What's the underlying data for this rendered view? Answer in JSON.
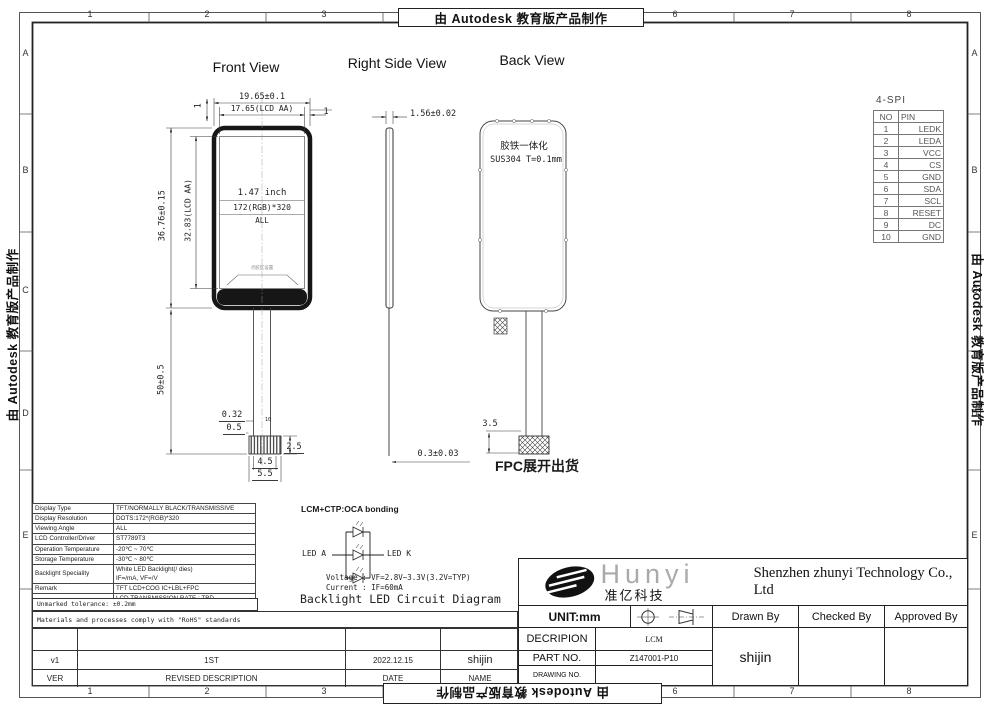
{
  "frame": {
    "watermark": "由 Autodesk 教育版产品制作",
    "col_labels": [
      "1",
      "2",
      "3",
      "4",
      "5",
      "6",
      "7",
      "8"
    ],
    "row_labels": [
      "A",
      "B",
      "C",
      "D",
      "E"
    ]
  },
  "views": {
    "front": {
      "title": "Front View",
      "dim_width_outer": "19.65±0.1",
      "dim_width_aa": "17.65(LCD AA)",
      "dim_margin_left": "1",
      "dim_margin_right": "1",
      "dim_height_outer": "36.76±0.15",
      "dim_height_aa": "32.83(LCD AA)",
      "dim_total_height": "50±0.5",
      "screen_line1": "1.47 inch",
      "screen_line2": "172(RGB)*320",
      "screen_line3": "ALL",
      "glue_note": "点胶区设置",
      "dim_fpc_offset": "0.32",
      "dim_fpc_offset2": "0.5",
      "dim_pins": "10",
      "dim_conn_w1": "4.5",
      "dim_conn_w2": "5.5",
      "dim_conn_h": "2.5"
    },
    "side": {
      "title": "Right Side View",
      "dim_thickness": "1.56±0.02",
      "dim_fpc": "0.3±0.03"
    },
    "back": {
      "title": "Back View",
      "note1": "胶铁一体化",
      "note2": "SUS304 T=0.1mm",
      "dim_fpc": "3.5",
      "fpc_label": "FPC展开出货"
    }
  },
  "pin_table": {
    "title": "4-SPI",
    "headers": [
      "NO",
      "PIN"
    ],
    "rows": [
      [
        "1",
        "LEDK"
      ],
      [
        "2",
        "LEDA"
      ],
      [
        "3",
        "VCC"
      ],
      [
        "4",
        "CS"
      ],
      [
        "5",
        "GND"
      ],
      [
        "6",
        "SDA"
      ],
      [
        "7",
        "SCL"
      ],
      [
        "8",
        "RESET"
      ],
      [
        "9",
        "DC"
      ],
      [
        "10",
        "GND"
      ]
    ]
  },
  "spec_table": {
    "rows": [
      {
        "label": "Display Type",
        "value": "TFT/NORMALLY BLACK/TRANSMISSIVE"
      },
      {
        "label": "Display Resolution",
        "value": "DOTS:172*(RGB)*320"
      },
      {
        "label": "Viewing Angle",
        "value": "ALL"
      },
      {
        "label": "LCD Controller/Driver",
        "value": "ST7789T3"
      },
      {
        "label": "Operation Temperature",
        "value": "-20℃ ~ 70℃"
      },
      {
        "label": "Storage Temperature",
        "value": "-30℃ ~ 80℃"
      },
      {
        "label": "Backlight Speciality",
        "value": "White LED Backlight(/ dies)\nIF=/mA, VF=/V"
      },
      {
        "label": "Remark",
        "value": "TFT LCD+COG IC+LBL+FPC"
      },
      {
        "label": "",
        "value": "LCD TRANSMISSION RATE : TBD"
      }
    ],
    "tolerance_note": "Unmarked tolerance: ±0.2mm",
    "rohs_note": "Materials and processes comply with \"RoHS\" standards"
  },
  "led_circuit": {
    "bonding_label": "LCM+CTP:OCA bonding",
    "anode": "LED A",
    "cathode": "LED K",
    "voltage": "Voltage : VF=2.8V~3.3V(3.2V=TYP)",
    "current": "Current : IF=60mA",
    "caption": "Backlight LED Circuit Diagram"
  },
  "title_block": {
    "logo_text": "Hunyi",
    "logo_cn": "准亿科技",
    "company": "Shenzhen zhunyi Technology Co., Ltd",
    "unit": "UNIT:mm",
    "description_label": "DECRIPION",
    "description_value": "LCM",
    "part_no_label": "PART NO.",
    "part_no_value": "Z147001-P10",
    "drawing_no_label": "DRAWING NO.",
    "drawn_by": "Drawn By",
    "checked_by": "Checked By",
    "approved_by": "Approved By",
    "drawn_by_value": "shijin"
  },
  "revision_table": {
    "headers": [
      "VER",
      "REVISED DESCRIPTION",
      "DATE",
      "NAME"
    ],
    "rows": [
      [
        "v1",
        "1ST",
        "2022.12.15",
        "shijin"
      ]
    ]
  }
}
